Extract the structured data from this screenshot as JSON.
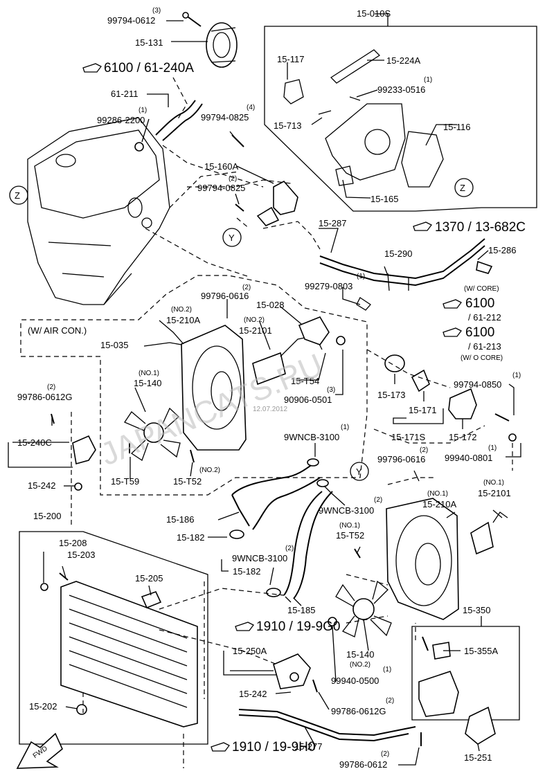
{
  "labels": {
    "p_99794_0612": "99794-0612",
    "q_3": "(3)",
    "p_15_131": "15-131",
    "p_6100_61_240A": "6100 / 61-240A",
    "p_61_211": "61-211",
    "p_99286_2200": "99286-2200",
    "q_1a": "(1)",
    "p_15_010S": "15-010S",
    "p_15_117": "15-117",
    "p_15_224A": "15-224A",
    "p_99233_0516": "99233-0516",
    "q_1b": "(1)",
    "p_15_713": "15-713",
    "p_15_116": "15-116",
    "p_15_165": "15-165",
    "ref_Z": "Z",
    "p_99794_0825a": "99794-0825",
    "q_4": "(4)",
    "p_15_160A": "15-160A",
    "p_99794_0825b": "99794-0825",
    "q_2a": "(2)",
    "ref_Y": "Y",
    "p_15_287": "15-287",
    "p_1370_13_682C": "1370 / 13-682C",
    "p_15_290": "15-290",
    "p_15_286": "15-286",
    "p_99279_0803": "99279-0803",
    "q_1c": "(1)",
    "w_core": "(W/ CORE)",
    "p_6100_a": "6100",
    "p_61_212": "/ 61-212",
    "p_6100_b": "6100",
    "p_61_213": "/ 61-213",
    "wo_core": "(W/ O CORE)",
    "w_air_con": "(W/ AIR CON.)",
    "p_99796_0616a": "99796-0616",
    "q_2b": "(2)",
    "p_15_028": "15-028",
    "no2a": "(NO.2)",
    "p_15_210A_a": "15-210A",
    "no2b": "(NO.2)",
    "p_15_2101_a": "15-2101",
    "p_15_035": "15-035",
    "no1a": "(NO.1)",
    "p_15_140_a": "15-140",
    "p_15_T54": "15-T54",
    "q_3b": "(3)",
    "p_90906_0501": "90906-0501",
    "p_15_T59": "15-T59",
    "p_15_T52_a": "15-T52",
    "no2c": "(NO.2)",
    "p_15_173": "15-173",
    "p_15_171": "15-171",
    "p_15_171S": "15-171S",
    "p_15_172": "15-172",
    "p_99794_0850": "99794-0850",
    "q_1d": "(1)",
    "p_99940_0801": "99940-0801",
    "q_1e": "(1)",
    "p_99786_0612G_a": "99786-0612G",
    "q_2c": "(2)",
    "p_15_240C": "15-240C",
    "p_15_242_a": "15-242",
    "p_9WNCB_3100_a": "9WNCB-3100",
    "q_1f": "(1)",
    "p_99796_0616b": "99796-0616",
    "q_2d": "(2)",
    "p_15_200": "15-200",
    "p_15_186": "15-186",
    "p_9WNCB_3100_b": "9WNCB-3100",
    "q_2e": "(2)",
    "no1b": "(NO.1)",
    "p_15_210A_b": "15-210A",
    "no1c": "(NO.1)",
    "p_15_2101_b": "15-2101",
    "p_15_208": "15-208",
    "p_15_203": "15-203",
    "p_15_182_a": "15-182",
    "no1d": "(NO.1)",
    "p_15_T52_b": "15-T52",
    "p_9WNCB_3100_c": "9WNCB-3100",
    "q_2f": "(2)",
    "p_15_182_b": "15-182",
    "p_15_205": "15-205",
    "p_15_185": "15-185",
    "p_15_350": "15-350",
    "p_1910_19_9G0": "1910 / 19-9G0",
    "p_15_250A": "15-250A",
    "p_15_355A": "15-355A",
    "p_15_140_b": "15-140",
    "no2d": "(NO.2)",
    "p_15_242_b": "15-242",
    "p_99940_0500": "99940-0500",
    "q_1g": "(1)",
    "p_15_202": "15-202",
    "p_99786_0612G_b": "99786-0612G",
    "q_2g": "(2)",
    "p_1910_19_9H0": "1910 / 19-9H0",
    "p_15_277": "15-277",
    "p_99786_0612": "99786-0612",
    "q_2h": "(2)",
    "p_15_251": "15-251",
    "fwd": "FWD"
  },
  "watermark": "JAPANCATS.RU",
  "watermark_date": "12.07.2012"
}
